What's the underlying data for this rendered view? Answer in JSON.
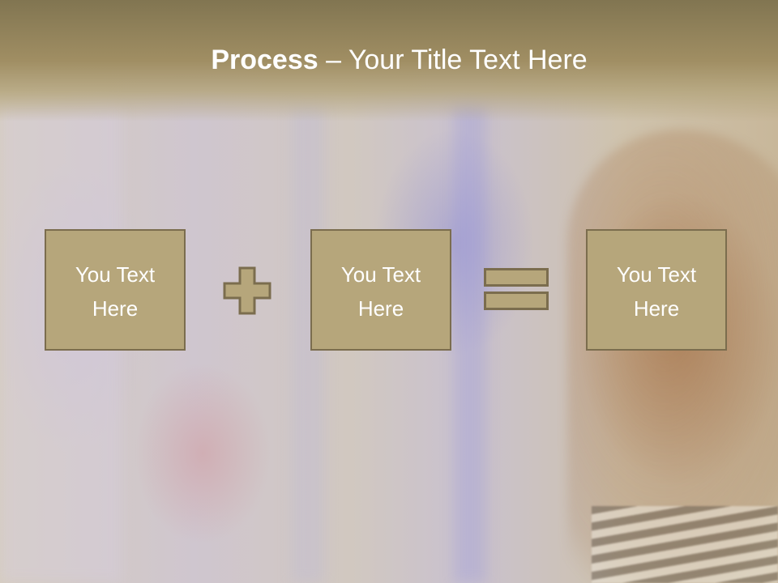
{
  "slide": {
    "title_bold": "Process",
    "title_rest": " – Your Title Text Here",
    "boxes": [
      {
        "line1": "You Text",
        "line2": "Here"
      },
      {
        "line1": "You Text",
        "line2": "Here"
      },
      {
        "line1": "You Text",
        "line2": "Here"
      }
    ],
    "operators": {
      "plus": "plus-icon",
      "equals": "equals-icon"
    }
  },
  "colors": {
    "box_fill": "#b6a67b",
    "box_border": "#7b6d4e",
    "title_band": "#8d7f57",
    "text": "#ffffff"
  }
}
